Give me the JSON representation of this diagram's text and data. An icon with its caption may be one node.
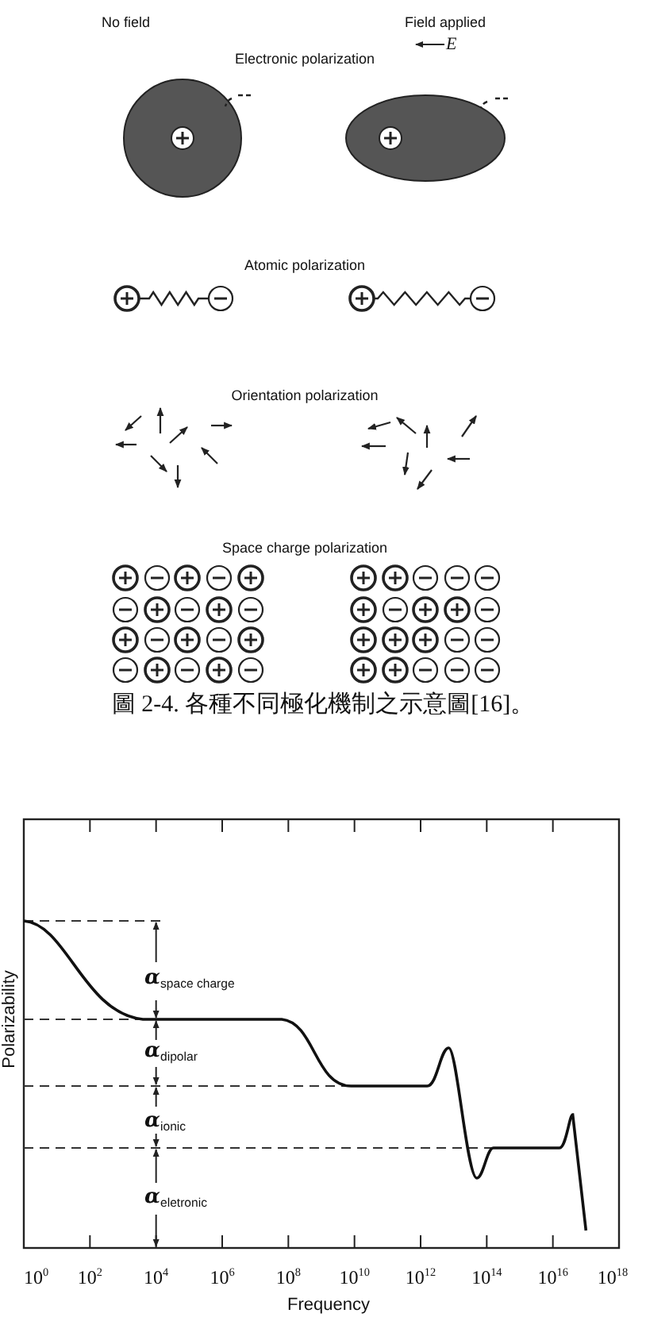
{
  "diagram": {
    "caption": "圖 2-4. 各種不同極化機制之示意圖[16]。",
    "labels": [
      "No field",
      "Field applied",
      "E",
      "Electronic polarization",
      "Atomic polarization",
      "Orientation polarization",
      "Space charge polarization",
      "Polarizability",
      "α$_{space charge}$",
      "α$_{dipolar}$",
      "α$_{ionic}$",
      "α$_{eletronic}$",
      "10$^{0}$",
      "10$^{2}$",
      "10$^{4}$",
      "10$^{6}$",
      "10$^{8}$",
      "10$^{10}$",
      "10$^{12}$",
      "10$^{14}$",
      "10$^{16}$",
      "10$^{18}$",
      "Frequency"
    ]
  }
}
